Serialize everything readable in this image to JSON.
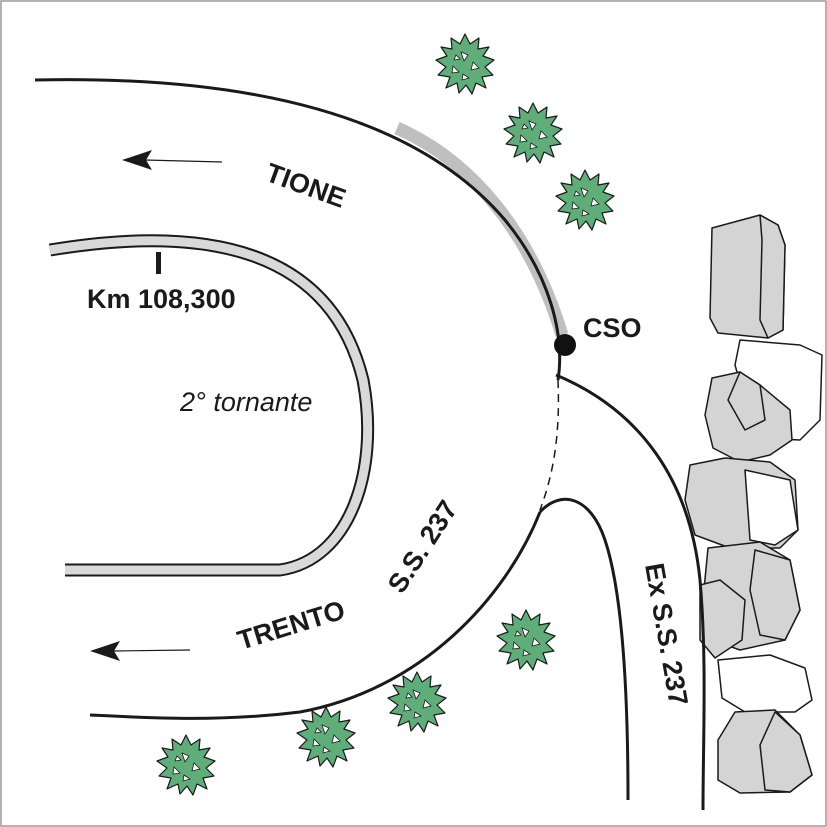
{
  "labels": {
    "tione": "TIONE",
    "km": "Km 108,300",
    "cso": "CSO",
    "tornante": "2° tornante",
    "ss237": "S.S. 237",
    "trento": "TRENTO",
    "ex_ss237": "Ex S.S. 237"
  },
  "colors": {
    "road_line": "#1a1a1a",
    "guardrail_fill": "#d9d9d9",
    "guardrail_highlight": "#bfbfbf",
    "tree_fill": "#5fae7a",
    "rock_fill": "#d4d4d4",
    "rock_light": "#ffffff"
  },
  "icons": {
    "tree": "tree-icon",
    "rock": "rock-icon",
    "arrow": "arrow-left-icon",
    "cso_point": "dot-icon"
  }
}
